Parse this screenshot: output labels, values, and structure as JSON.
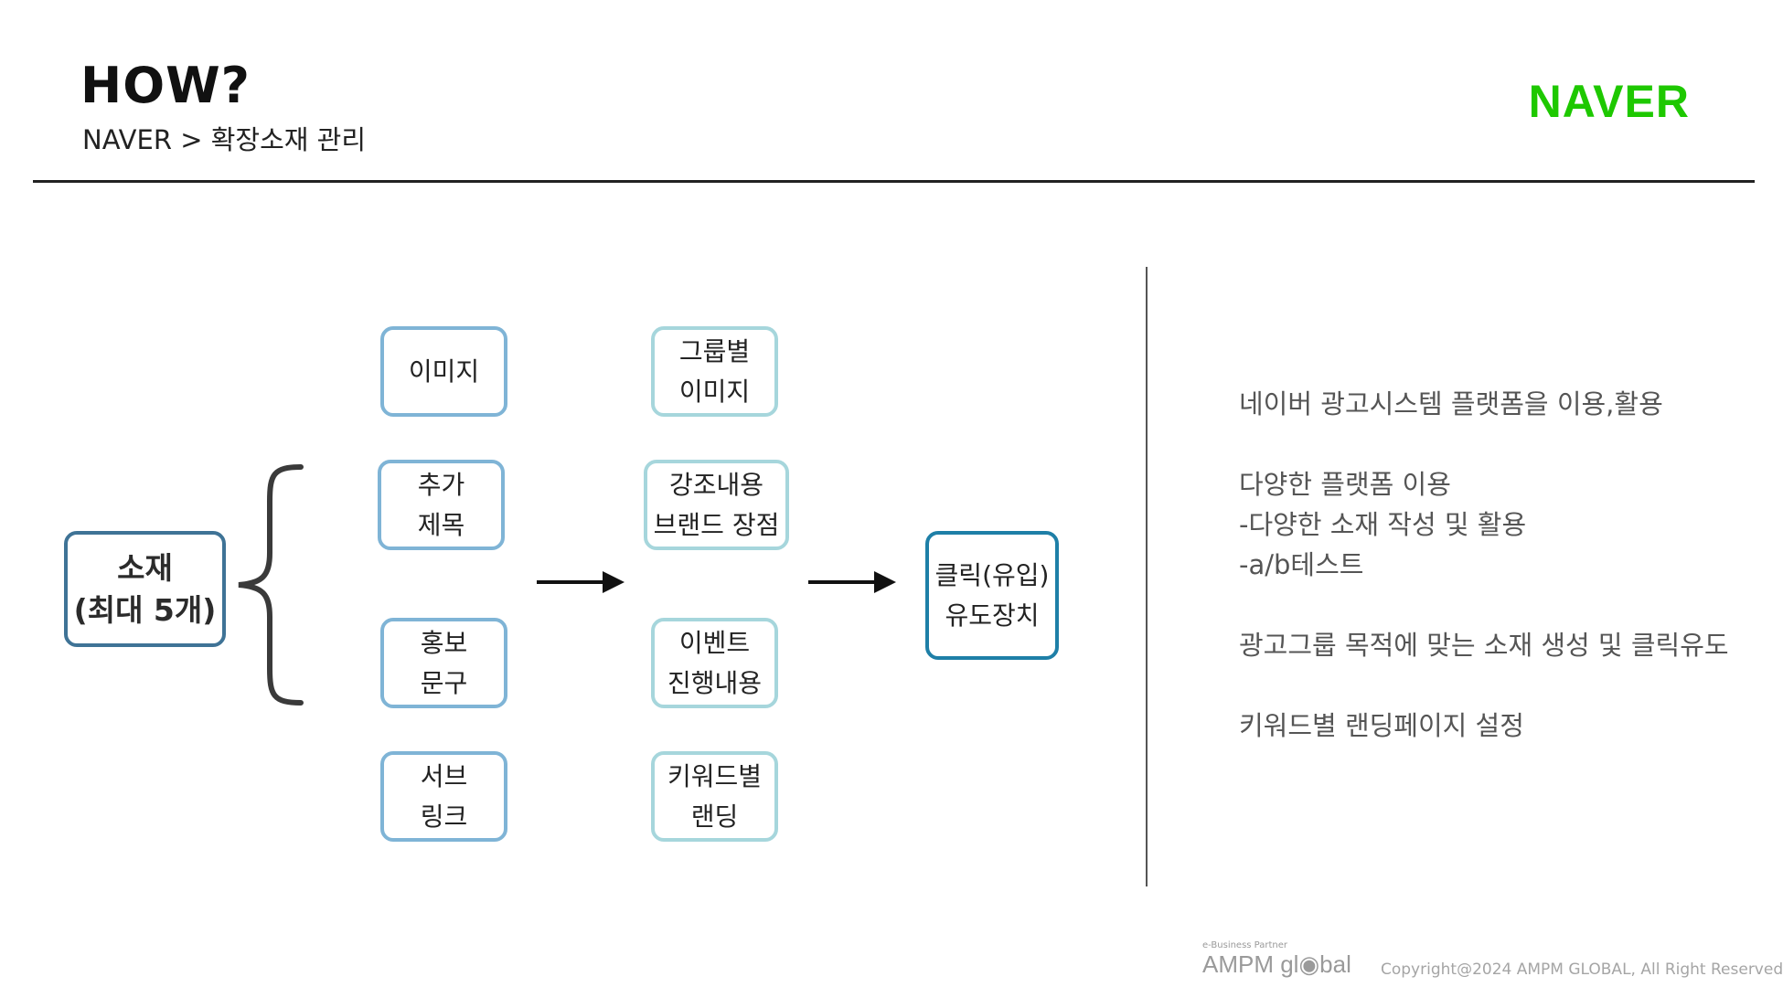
{
  "header": {
    "title": "HOW?",
    "subtitle": "NAVER > 확장소재 관리",
    "brand_logo": "NAVER"
  },
  "diagram": {
    "source": {
      "line1": "소재",
      "line2": "(최대 5개)"
    },
    "column1": [
      {
        "line1": "이미지",
        "line2": ""
      },
      {
        "line1": "추가",
        "line2": "제목"
      },
      {
        "line1": "홍보",
        "line2": "문구"
      },
      {
        "line1": "서브",
        "line2": "링크"
      }
    ],
    "column2": [
      {
        "line1": "그룹별",
        "line2": "이미지"
      },
      {
        "line1": "강조내용",
        "line2": "브랜드 장점"
      },
      {
        "line1": "이벤트",
        "line2": "진행내용"
      },
      {
        "line1": "키워드별",
        "line2": "랜딩"
      }
    ],
    "result": {
      "line1": "클릭(유입)",
      "line2": "유도장치"
    }
  },
  "notes": [
    [
      "네이버 광고시스템 플랫폼을 이용,활용"
    ],
    [
      "다양한 플랫폼 이용",
      "-다양한 소재 작성 및 활용",
      "-a/b테스트"
    ],
    [
      "광고그룹 목적에 맞는 소재 생성 및 클릭유도"
    ],
    [
      "키워드별 랜딩페이지 설정"
    ]
  ],
  "footer": {
    "partner_label": "e-Business Partner",
    "logo_text": "AMPM gl◉bal",
    "copyright": "Copyright@2024 AMPM GLOBAL, All Right Reserved"
  },
  "colors": {
    "brand_green": "#1ec800",
    "box_blue": "#7fb4d6",
    "box_teal": "#a6d6dc",
    "box_dark": "#3f7396",
    "cta_blue": "#1e7fa7"
  }
}
